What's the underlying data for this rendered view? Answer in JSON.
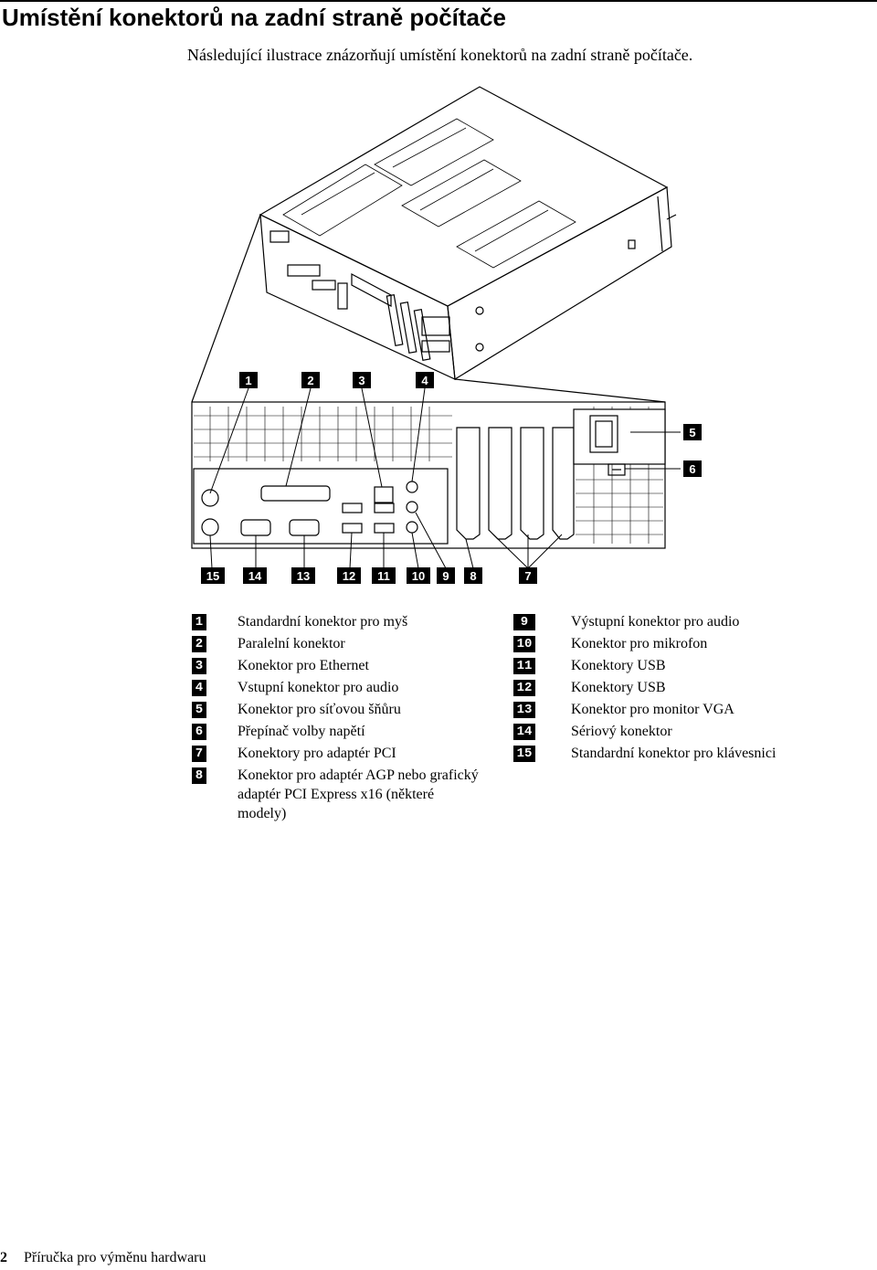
{
  "heading": "Umístění konektorů na zadní straně počítače",
  "intro": "Následující ilustrace znázorňují umístění konektorů na zadní straně počítače.",
  "callouts_top": [
    "1",
    "2",
    "3",
    "4"
  ],
  "callouts_right": [
    "5",
    "6"
  ],
  "callouts_bottom": [
    "15",
    "14",
    "13",
    "12",
    "11",
    "10",
    "9",
    "8",
    "7"
  ],
  "legend_left": [
    {
      "num": "1",
      "text": "Standardní konektor pro myš"
    },
    {
      "num": "2",
      "text": "Paralelní konektor"
    },
    {
      "num": "3",
      "text": "Konektor pro Ethernet"
    },
    {
      "num": "4",
      "text": "Vstupní konektor pro audio"
    },
    {
      "num": "5",
      "text": "Konektor pro síťovou šňůru"
    },
    {
      "num": "6",
      "text": "Přepínač volby napětí"
    },
    {
      "num": "7",
      "text": "Konektory pro adaptér PCI"
    },
    {
      "num": "8",
      "text": "Konektor pro adaptér AGP nebo grafický adaptér PCI Express x16 (některé modely)"
    }
  ],
  "legend_right": [
    {
      "num": "9",
      "text": "Výstupní konektor pro audio"
    },
    {
      "num": "10",
      "text": "Konektor pro mikrofon"
    },
    {
      "num": "11",
      "text": "Konektory USB"
    },
    {
      "num": "12",
      "text": "Konektory USB"
    },
    {
      "num": "13",
      "text": "Konektor pro monitor VGA"
    },
    {
      "num": "14",
      "text": "Sériový konektor"
    },
    {
      "num": "15",
      "text": "Standardní konektor pro klávesnici"
    }
  ],
  "footer": {
    "page": "2",
    "title": "Příručka pro výměnu hardwaru"
  }
}
